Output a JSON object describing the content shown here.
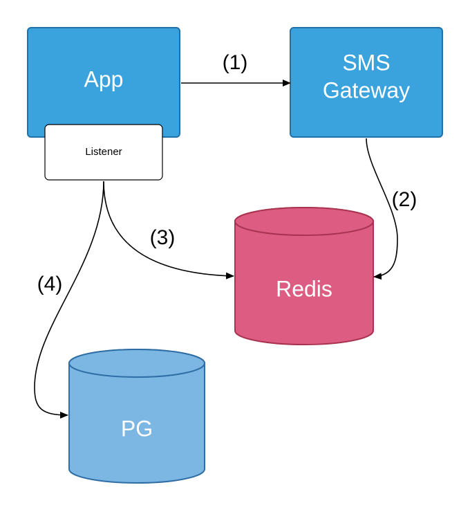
{
  "nodes": {
    "app": {
      "label": "App"
    },
    "sms_gateway": {
      "line1": "SMS",
      "line2": "Gateway"
    },
    "listener": {
      "label": "Listener"
    },
    "redis": {
      "label": "Redis"
    },
    "pg": {
      "label": "PG"
    }
  },
  "edges": {
    "e1": {
      "label": "(1)"
    },
    "e2": {
      "label": "(2)"
    },
    "e3": {
      "label": "(3)"
    },
    "e4": {
      "label": "(4)"
    }
  },
  "colors": {
    "box_blue": "#3aa3dd",
    "box_border": "#1f6fa8",
    "redis_fill": "#dd5c82",
    "redis_border": "#a8324f",
    "pg_fill": "#7cb6e2",
    "pg_border": "#2f6da5",
    "listener_fill": "#ffffff",
    "line": "#000000",
    "label_light": "#ffffff"
  }
}
